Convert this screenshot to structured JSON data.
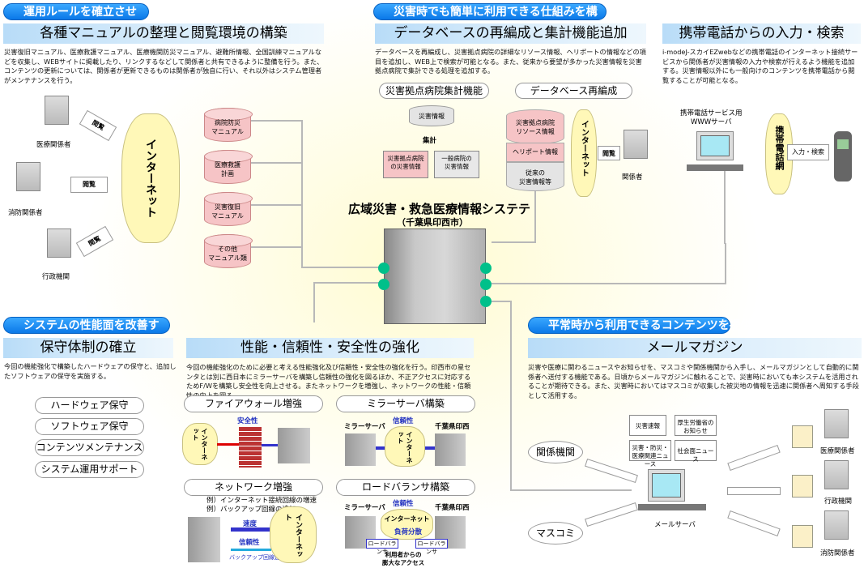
{
  "sections": {
    "rules": {
      "pill": "運用ルールを確立させ",
      "title": "各種マニュアルの整理と閲覧環境の構築",
      "desc": "災害復旧マニュアル、医療救護マニュアル、医療機関防災マニュアル、避難所情報、全国訓練マニュアルなどを収集し、WEBサイトに掲載したり、リンクするなどして関係者と共有できるように整備を行う。また、コンテンツの更新については、関係者が更新できるものは関係者が独自に行い、それ以外はシステム管理者がメンテナンスを行う。"
    },
    "disaster": {
      "pill": "災害時でも簡単に利用できる仕組みを構",
      "title": "データベースの再編成と集計機能追加",
      "desc": "データベースを再編成し、災害拠点病院の詳細なリソース情報、ヘリポートの情報などの項目を追加し、WEB上で検索が可能となる。また、従来から要望が多かった災害情報を災害拠点病院で集計できる処理を追加する。"
    },
    "mobile": {
      "title": "携帯電話からの入力・検索",
      "desc": "i-modeJ-スカイEZwebなどの携帯電話のインターネット接続サービスから関係者が災害情報の入力や検索が行えるよう機能を追加する。災害情報以外にも一般向けのコンテンツを携帯電話から閲覧することが可能となる。"
    },
    "performance": {
      "pill": "システムの性能面を改善す",
      "title": "保守体制の確立",
      "desc": "今回の機能強化で構築したハードウェアの保守と、追加したソフトウェアの保守を実施する。"
    },
    "reliability": {
      "title": "性能・信頼性・安全性の強化",
      "desc": "今回の機能強化のために必要と考える性能強化及び信頼性・安全性の強化を行う。印西市の星センタとは別に西日本にミラーサーバを構築し信頼性の強化を図るほか、不正アクセスに対応するためF/Wを構築し安全性を向上させる。またネットワークを増強し、ネットワークの性能・信頼性の向上を図る。"
    },
    "content": {
      "pill": "平常時から利用できるコンテンツを提供す",
      "title": "メールマガジン",
      "desc": "災害や医療に関わるニュースやお知らせを、マスコミや関係機関から入手し、メールマガジンとして自動的に関係者へ送付する機能である。日頃からメールマガジンに触れることで、災害時においても本システムを活用されることが期待できる。また、災害時においてはマスコミが収集した被災地の情報を迅速に関係者へ周知する手段として活用する。"
    }
  },
  "manuals": {
    "users": [
      "医療関係者",
      "消防関係者",
      "行政機関"
    ],
    "action": "閲覧",
    "internet": "インターネット",
    "dbs": [
      [
        "病院防災",
        "マニュアル"
      ],
      [
        "医療救護",
        "計画"
      ],
      [
        "災害復旧",
        "マニュアル"
      ],
      [
        "その他",
        "マニュアル類"
      ]
    ]
  },
  "aggregation": {
    "label": "災害拠点病院集計機能",
    "source": "災害情報",
    "action": "集計",
    "docs": [
      [
        "災害拠点病院",
        "の災害情報"
      ],
      [
        "一般病院の",
        "災害情報"
      ]
    ]
  },
  "database": {
    "label": "データベース再編成",
    "layers": [
      [
        "災害拠点病院",
        "リソース情報"
      ],
      [
        "ヘリポート情報"
      ],
      [
        "従来の",
        "災害情報等"
      ]
    ],
    "internet": "インターネット",
    "action": "閲覧",
    "user": "関係者"
  },
  "mobile_diagram": {
    "server": [
      "携帯電話サービス用",
      "WWWサーバ"
    ],
    "network": "携帯電話網",
    "action": "入力・検索"
  },
  "center": {
    "title": "広域災害・救急医療情報システテ",
    "subtitle": "（千葉県印西市）"
  },
  "maintenance": {
    "items": [
      "ハードウェア保守",
      "ソフトウェア保守",
      "コンテンツメンテナンス",
      "システム運用サポート"
    ]
  },
  "enhancements": {
    "firewall": {
      "label": "ファイアウォール増強",
      "tag": "安全性",
      "internet": "インターネット"
    },
    "mirror": {
      "label": "ミラーサーバ構築",
      "tag": "信頼性",
      "left": "ミラーサーバ",
      "right": "千葉県印西",
      "internet": "インターネット"
    },
    "network": {
      "label": "ネットワーク増強",
      "examples": [
        "例）インターネット接続回線の増速",
        "例）バックアップ回線の追加"
      ],
      "speed": "速度",
      "reliability": "信頼性",
      "backup": "バックアップ回線追加",
      "internet": "インターネット"
    },
    "loadbalancer": {
      "label": "ロードバランサ構築",
      "tag": "信頼性",
      "left": "ミラーサーバ",
      "right": "千葉県印西",
      "internet": "インターネット",
      "distribute": "負荷分散",
      "lb": "ロードバランサ",
      "access": [
        "利用者からの",
        "膨大なアクセス"
      ]
    }
  },
  "mail": {
    "sources": [
      "関係機関",
      "マスコミ"
    ],
    "topics": [
      [
        "災害速報"
      ],
      [
        "厚生労働省の",
        "お知らせ"
      ],
      [
        "災害・防災・",
        "医療関連ニュース"
      ],
      [
        "社会面ニュース"
      ]
    ],
    "server": "メールサーバ",
    "recipients": [
      "医療関係者",
      "行政機関",
      "消防関係者"
    ]
  },
  "colors": {
    "pill": "#0a78e8",
    "band": "#c8e4f8",
    "db": "#f6c4c6",
    "node": "#00c08a",
    "cloud": "#fff8b8"
  }
}
